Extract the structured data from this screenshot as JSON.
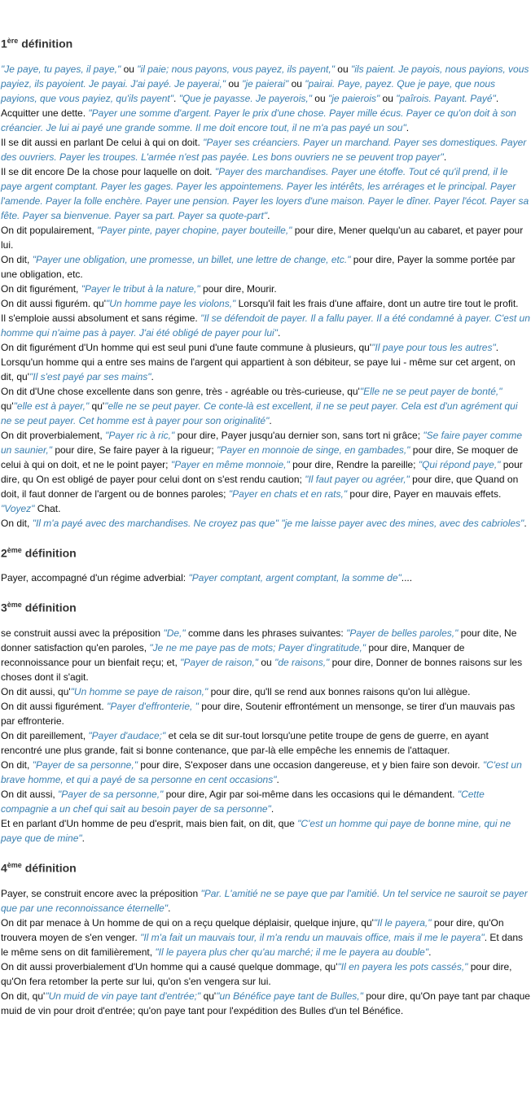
{
  "colors": {
    "quote": "#3a7fb0",
    "heading": "#333333",
    "text": "#111111"
  },
  "sections": [
    {
      "num": "1",
      "sup": "ère",
      "label": "définition",
      "paras": [
        [
          [
            "q",
            "\"Je paye, tu payes, il paye,\""
          ],
          [
            "t",
            " ou "
          ],
          [
            "q",
            "\"il paie; nous payons, vous payez, ils payent,\""
          ],
          [
            "t",
            " ou "
          ],
          [
            "q",
            "\"ils paient. Je payois, nous payions, vous payiez, ils payoient. Je payai. J'ai payé. Je payerai,\""
          ],
          [
            "t",
            " ou "
          ],
          [
            "q",
            "\"je paierai\""
          ],
          [
            "t",
            " ou "
          ],
          [
            "q",
            "\"pairai. Paye, payez. Que je paye, que nous payions, que vous payiez, qu'ils payent\""
          ],
          [
            "t",
            ". "
          ],
          [
            "q",
            "\"Que je payasse. Je payerois,\""
          ],
          [
            "t",
            " ou "
          ],
          [
            "q",
            "\"je paierois\""
          ],
          [
            "t",
            " ou "
          ],
          [
            "q",
            "\"paîrois. Payant. Payé\""
          ],
          [
            "t",
            "."
          ]
        ],
        [
          [
            "t",
            "Acquitter une dette. "
          ],
          [
            "q",
            "\"Payer une somme d'argent. Payer le prix d'une chose. Payer mille écus. Payer ce qu'on doit à son créancier. Je lui ai payé une grande somme. Il me doit encore tout, il ne m'a pas payé un sou\""
          ],
          [
            "t",
            "."
          ]
        ],
        [
          [
            "t",
            "Il se dit aussi en parlant De celui à qui on doit. "
          ],
          [
            "q",
            "\"Payer ses créanciers. Payer un marchand. Payer ses domestiques. Payer des ouvriers. Payer les troupes. L'armée n'est pas payée. Les bons ouvriers ne se peuvent trop payer\""
          ],
          [
            "t",
            "."
          ]
        ],
        [
          [
            "t",
            "Il se dit encore De la chose pour laquelle on doit. "
          ],
          [
            "q",
            "\"Payer des marchandises. Payer une étoffe. Tout cé qu'il prend, il le paye argent comptant. Payer les gages. Payer les appointemens. Payer les intérêts, les arrérages et le principal. Payer l'amende. Payer la folle enchère. Payer une pension. Payer les loyers d'une maison. Payer le dîner. Payer l'écot. Payer sa fête. Payer sa bienvenue. Payer sa part. Payer sa quote-part\""
          ],
          [
            "t",
            "."
          ]
        ],
        [
          [
            "t",
            "On dit populairement, "
          ],
          [
            "q",
            "\"Payer pinte, payer chopine, payer bouteille,\""
          ],
          [
            "t",
            " pour dire, Mener quelqu'un au cabaret, et payer pour lui."
          ]
        ],
        [
          [
            "t",
            "On dit, "
          ],
          [
            "q",
            "\"Payer une obligation, une promesse, un billet, une lettre de change, etc.\""
          ],
          [
            "t",
            " pour dire, Payer la somme portée par une obligation, etc."
          ]
        ],
        [
          [
            "t",
            "On dit figurément, "
          ],
          [
            "q",
            "\"Payer le tribut à la nature,\""
          ],
          [
            "t",
            " pour dire, Mourir."
          ]
        ],
        [
          [
            "t",
            "On dit aussi figurém. qu'"
          ],
          [
            "q",
            "\"Un homme paye les violons,\""
          ],
          [
            "t",
            " Lorsqu'il fait les frais d'une affaire, dont un autre tire tout le profit."
          ]
        ],
        [
          [
            "t",
            "Il s'emploie aussi absolument et sans régime. "
          ],
          [
            "q",
            "\"Il se défendoit de payer. Il a fallu payer. Il a été condamné à payer. C'est un homme qui n'aime pas à payer. J'ai été obligé de payer pour lui\""
          ],
          [
            "t",
            "."
          ]
        ],
        [
          [
            "t",
            "On dit figurément d'Un homme qui est seul puni d'une faute commune à plusieurs, qu'"
          ],
          [
            "q",
            "\"Il paye pour tous les autres\""
          ],
          [
            "t",
            "."
          ]
        ],
        [
          [
            "t",
            "Lorsqu'un homme qui a entre ses mains de l'argent qui appartient à son débiteur, se paye lui - même sur cet argent, on dit, qu'"
          ],
          [
            "q",
            "\"Il s'est payé par ses mains\""
          ],
          [
            "t",
            "."
          ]
        ],
        [
          [
            "t",
            "On dit d'Une chose excellente dans son genre, très - agréable ou très-curieuse, qu'"
          ],
          [
            "q",
            "\"Elle ne se peut payer de bonté,\""
          ],
          [
            "t",
            " qu'"
          ],
          [
            "q",
            "\"elle est à payer,\""
          ],
          [
            "t",
            " qu'"
          ],
          [
            "q",
            "\"elle ne se peut payer. Ce conte-là est excellent, il ne se peut payer. Cela est d'un agrément qui ne se peut payer. Cet homme est à payer pour son originalité\""
          ],
          [
            "t",
            "."
          ]
        ],
        [
          [
            "t",
            "On dit proverbialement, "
          ],
          [
            "q",
            "\"Payer ric à ric,\""
          ],
          [
            "t",
            " pour dire, Payer jusqu'au dernier son, sans tort ni grâce; "
          ],
          [
            "q",
            "\"Se faire payer comme un saunier,\""
          ],
          [
            "t",
            " pour dire, Se faire payer à la rigueur; "
          ],
          [
            "q",
            "\"Payer en monnoie de singe, en gambades,\""
          ],
          [
            "t",
            " pour dire, Se moquer de celui à qui on doit, et ne le point payer; "
          ],
          [
            "q",
            "\"Payer en même monnoie,\""
          ],
          [
            "t",
            " pour dire, Rendre la pareille; "
          ],
          [
            "q",
            "\"Qui répond paye,\""
          ],
          [
            "t",
            " pour dire, qu On est obligé de payer pour celui dont on s'est rendu caution; "
          ],
          [
            "q",
            "\"Il faut payer ou agréer,\""
          ],
          [
            "t",
            " pour dire, que Quand on doit, il faut donner de l'argent ou de bonnes paroles; "
          ],
          [
            "q",
            "\"Payer en chats et en rats,\""
          ],
          [
            "t",
            " pour dire, Payer en mauvais effets. "
          ],
          [
            "q",
            "\"Voyez\""
          ],
          [
            "t",
            " Chat."
          ]
        ],
        [
          [
            "t",
            "On dit, "
          ],
          [
            "q",
            "\"Il m'a payé avec des marchandises. Ne croyez pas que\""
          ],
          [
            "t",
            " "
          ],
          [
            "q",
            "\"je me laisse payer avec des mines, avec des cabrioles\""
          ],
          [
            "t",
            "."
          ]
        ]
      ]
    },
    {
      "num": "2",
      "sup": "ème",
      "label": "définition",
      "paras": [
        [
          [
            "t",
            "Payer, accompagné d'un régime adverbial: "
          ],
          [
            "q",
            "\"Payer comptant, argent comptant, la somme de\""
          ],
          [
            "t",
            "...."
          ]
        ]
      ]
    },
    {
      "num": "3",
      "sup": "ème",
      "label": "définition",
      "paras": [
        [
          [
            "t",
            "se construit aussi avec la préposition "
          ],
          [
            "q",
            "\"De,\""
          ],
          [
            "t",
            " comme dans les phrases suivantes: "
          ],
          [
            "q",
            "\"Payer de belles paroles,\""
          ],
          [
            "t",
            " pour dite, Ne donner satisfaction qu'en paroles, "
          ],
          [
            "q",
            "\"Je ne me paye pas de mots; Payer d'ingratitude,\""
          ],
          [
            "t",
            " pour dire, Manquer de reconnoissance pour un bienfait reçu; et, "
          ],
          [
            "q",
            "\"Payer de raison,\""
          ],
          [
            "t",
            " ou "
          ],
          [
            "q",
            "\"de raisons,\""
          ],
          [
            "t",
            " pour dire, Donner de bonnes raisons sur les choses dont il s'agit."
          ]
        ],
        [
          [
            "t",
            "On dit aussi, qu'"
          ],
          [
            "q",
            "\"Un homme se paye de raison,\""
          ],
          [
            "t",
            " pour dire, qu'll se rend aux bonnes raisons qu'on lui allègue."
          ]
        ],
        [
          [
            "t",
            "On dit aussi figurément. "
          ],
          [
            "q",
            "\"Payer d'effronterie, \""
          ],
          [
            "t",
            " pour dire, Soutenir effrontément un mensonge, se tirer d'un mauvais pas par effronterie."
          ]
        ],
        [
          [
            "t",
            "On dit pareillement, "
          ],
          [
            "q",
            "\"Payer d'audace;\""
          ],
          [
            "t",
            " et cela se dit sur-tout lorsqu'une petite troupe de gens de guerre, en ayant rencontré une plus grande, fait si bonne contenance, que par-là elle empêche les ennemis de l'attaquer."
          ]
        ],
        [
          [
            "t",
            "On dit, "
          ],
          [
            "q",
            "\"Payer de sa personne,\""
          ],
          [
            "t",
            " pour dire, S'exposer dans une occasion dangereuse, et y bien faire son devoir. "
          ],
          [
            "q",
            "\"C'est un brave homme, et qui a payé de sa personne en cent occasions\""
          ],
          [
            "t",
            "."
          ]
        ],
        [
          [
            "t",
            "On dit aussi, "
          ],
          [
            "q",
            "\"Payer de sa personne,\""
          ],
          [
            "t",
            " pour dire, Agir par soi-même dans les occasions qui le démandent. "
          ],
          [
            "q",
            "\"Cette compagnie a un chef qui sait au besoin payer de sa personne\""
          ],
          [
            "t",
            "."
          ]
        ],
        [
          [
            "t",
            "Et en parlant d'Un homme de peu d'esprit, mais bien fait, on dit, que "
          ],
          [
            "q",
            "\"C'est un homme qui paye de bonne mine, qui ne paye que de mine\""
          ],
          [
            "t",
            "."
          ]
        ]
      ]
    },
    {
      "num": "4",
      "sup": "ème",
      "label": "définition",
      "paras": [
        [
          [
            "t",
            "Payer, se construit encore avec la préposition "
          ],
          [
            "q",
            "\"Par. L'amitié ne se paye que par l'amitié. Un tel service ne sauroit se payer que par une reconnoissance éternelle\""
          ],
          [
            "t",
            "."
          ]
        ],
        [
          [
            "t",
            "On dit par menace à Un homme de qui on a reçu quelque déplaisir, quelque injure, qu'"
          ],
          [
            "q",
            "\"Il le payera,\""
          ],
          [
            "t",
            " pour dire, qu'On trouvera moyen de s'en venger. "
          ],
          [
            "q",
            "\"Il m'a fait un mauvais tour, il m'a rendu un mauvais office, mais il me le payera\""
          ],
          [
            "t",
            ". Et dans le même sens on dit familièrement, "
          ],
          [
            "q",
            "\"Il le payera plus cher qu'au marché; il me le payera au double\""
          ],
          [
            "t",
            "."
          ]
        ],
        [
          [
            "t",
            "On dit aussi proverbialement d'Un homme qui a causé quelque dommage, qu'"
          ],
          [
            "q",
            "\"Il en payera les pots cassés,\""
          ],
          [
            "t",
            " pour dire, qu'On fera retomber la perte sur lui, qu'on s'en vengera sur lui."
          ]
        ],
        [
          [
            "t",
            "On dit, qu'"
          ],
          [
            "q",
            "\"Un muid de vin paye tant d'entrée;\""
          ],
          [
            "t",
            " qu'"
          ],
          [
            "q",
            "\"un Bénéfice paye tant de Bulles,\""
          ],
          [
            "t",
            " pour dire, qu'On paye tant par chaque muid de vin pour droit d'entrée; qu'on paye tant pour l'expédition des Bulles d'un tel Bénéfice."
          ]
        ]
      ]
    }
  ]
}
